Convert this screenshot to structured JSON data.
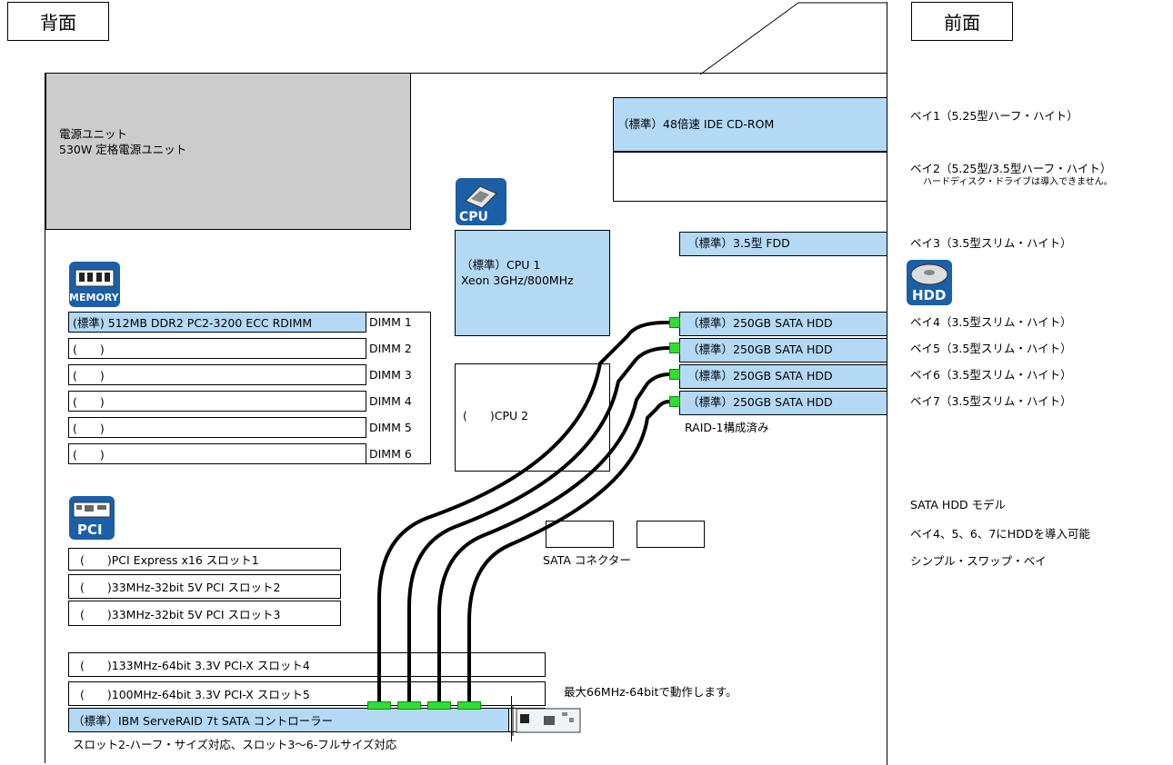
{
  "headers": {
    "back": "背面",
    "front": "前面"
  },
  "psu": {
    "line1": "電源ユニット",
    "line2": "530W 定格電源ユニット"
  },
  "cpu": {
    "icon_label": "CPU",
    "cpu1_line1": "（標準）CPU 1",
    "cpu1_line2": "Xeon 3GHz/800MHz",
    "cpu2": "(　　)CPU 2"
  },
  "memory": {
    "icon_label": "MEMORY",
    "dimms": [
      {
        "content": "(標準) 512MB DDR2 PC2-3200 ECC RDIMM",
        "label": "DIMM 1"
      },
      {
        "content": "(　　)",
        "label": "DIMM 2"
      },
      {
        "content": "(　　)",
        "label": "DIMM 3"
      },
      {
        "content": "(　　)",
        "label": "DIMM 4"
      },
      {
        "content": "(　　)",
        "label": "DIMM 5"
      },
      {
        "content": "(　　)",
        "label": "DIMM 6"
      }
    ]
  },
  "pci": {
    "icon_label": "PCI",
    "slots": [
      "(　　)PCI Express x16 スロット1",
      "(　　)33MHz-32bit 5V PCI スロット2",
      "(　　)33MHz-32bit 5V PCI スロット3",
      "(　　)133MHz-64bit 3.3V PCI-X スロット4",
      "(　　)100MHz-64bit 3.3V PCI-X スロット5",
      "（標準）IBM ServeRAID 7t SATA コントローラー"
    ],
    "note_speed": "最大66MHz-64bitで動作します。",
    "note_size": "スロット2-ハーフ・サイズ対応、スロット3～6-フルサイズ対応"
  },
  "drives": {
    "cdrom": "（標準）48倍速 IDE CD-ROM",
    "fdd": "（標準）3.5型 FDD",
    "hdds": [
      "（標準）250GB SATA HDD",
      "（標準）250GB SATA HDD",
      "（標準）250GB SATA HDD",
      "（標準）250GB SATA HDD"
    ],
    "raid": "RAID-1構成済み",
    "sata_connector": "SATA コネクター",
    "hdd_icon_label": "HDD"
  },
  "bays": {
    "bay1": "ベイ1（5.25型ハーフ・ハイト）",
    "bay2": "ベイ2（5.25型/3.5型ハーフ・ハイト）",
    "bay2_note": "ハードディスク・ドライブは導入できません。",
    "bay3": "ベイ3（3.5型スリム・ハイト）",
    "bay4": "ベイ4（3.5型スリム・ハイト）",
    "bay5": "ベイ5（3.5型スリム・ハイト）",
    "bay6": "ベイ6（3.5型スリム・ハイト）",
    "bay7": "ベイ7（3.5型スリム・ハイト）"
  },
  "model_info": {
    "line1": "SATA HDD モデル",
    "line2": "ベイ4、5、6、7にHDDを導入可能",
    "line3": "シンプル・スワップ・ベイ"
  },
  "colors": {
    "slot_blue": "#b3d9f5",
    "psu_gray": "#cccccc",
    "connector_green": "#33dd33",
    "icon_blue": "#1a5fa8"
  }
}
